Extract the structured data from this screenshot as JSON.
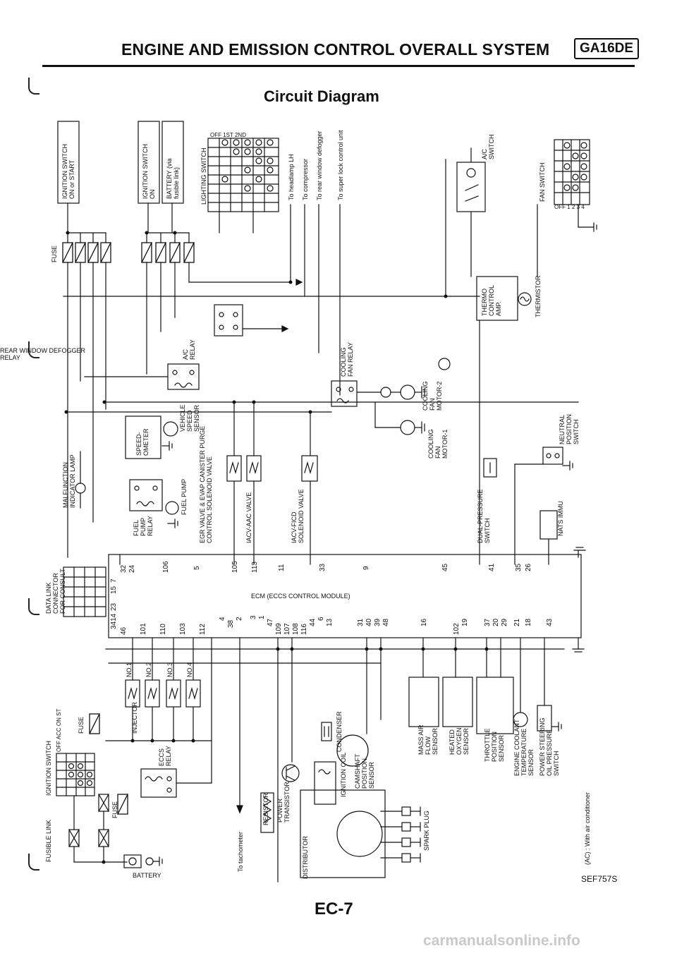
{
  "header": {
    "title": "ENGINE AND EMISSION CONTROL OVERALL SYSTEM",
    "model_code": "GA16DE",
    "subtitle": "Circuit Diagram"
  },
  "footer": {
    "page": "EC-7",
    "figure_id": "SEF757S",
    "legend": "(AC) : With air conditioner",
    "watermark": "carmanualsonline.info"
  },
  "labels": {
    "ign_on_start": "IGNITION SWITCH\nON or START",
    "ign_on": "IGNITION SWITCH\nON",
    "battery_fusible": "BATTERY (via\nfusible link)",
    "lighting_switch": "LIGHTING SWITCH",
    "fuse": "FUSE",
    "fuse2": "FUSE",
    "fuse3": "FUSE",
    "to_headlamp": "To headlamp LH",
    "to_compressor": "To compressor",
    "to_rear_defogger": "To rear window defogger",
    "to_super_lock": "To super lock control unit",
    "ac_switch": "A/C\nSWITCH",
    "fan_switch": "FAN SWITCH",
    "thermo_amp": "THERMO\nCONTROL\nAMP.",
    "thermistor": "THERMISTOR",
    "ac_relay": "A/C\nRELAY",
    "rear_def_relay": "REAR WINDOW DEFOGGER\nRELAY",
    "cooling_fan_relay": "COOLING\nFAN RELAY",
    "cooling_fan_motor2": "COOLING\nFAN\nMOTOR-2",
    "cooling_fan_motor1": "COOLING\nFAN\nMOTOR-1",
    "speedometer": "SPEED-\nOMETER",
    "vehicle_speed_sensor": "VEHICLE\nSPEED\nSENSOR",
    "egr_evap": "EGR VALVE & EVAP CANISTER PURGE\nCONTROL SOLENOID VALVE",
    "iacv_aac": "IACV-AAC VALVE",
    "iacv_ficd": "IACV-FICD\nSOLENOID VALVE",
    "neutral_switch": "NEUTRAL\nPOSITION\nSWITCH",
    "malfunction_lamp": "MALFUNCTION\nINDICATOR LAMP",
    "fuel_pump_relay": "FUEL\nPUMP\nRELAY",
    "fuel_pump": "FUEL PUMP",
    "dual_pressure": "DUAL-PRESSURE\nSWITCH",
    "nats": "NATS IMMU",
    "data_link": "DATA LINK\nCONNECTOR\nFOR CONSULT",
    "ecm": "ECM (ECCS CONTROL MODULE)",
    "no1": "NO.1",
    "no2": "NO.2",
    "no3": "NO.3",
    "no4": "NO.4",
    "injector": "INJECTOR",
    "eccs_relay": "ECCS\nRELAY",
    "ign_switch2": "IGNITION SWITCH",
    "fusible_link": "FUSIBLE LINK",
    "battery": "BATTERY",
    "to_tachometer": "To tachometer",
    "resistor": "RESISTOR",
    "power_transistor": "POWER\nTRANSISTOR",
    "ignition_coil": "IGNITION COIL",
    "condenser": "CONDENSER",
    "camshaft": "CAMSHAFT\nPOSITION\nSENSOR",
    "distributor": "DISTRIBUTOR",
    "spark_plug": "SPARK PLUG",
    "maf": "MASS AIR\nFLOW\nSENSOR",
    "heated_o2": "HEATED\nOXYGEN\nSENSOR",
    "throttle": "THROTTLE\nPOSITION\nSENSOR",
    "coolant_temp": "ENGINE COOLANT\nTEMPERATURE\nSENSOR",
    "ps_switch": "POWER STEERING\nOIL PRESSURE\nSWITCH",
    "ign_pos": "OFF ACC ON ST",
    "light_pos": "OFF 1ST 2ND",
    "fan_pos": "OFF 1 2 3 4"
  },
  "pins_top": [
    "32",
    "24",
    "106",
    "5",
    "105",
    "113",
    "11",
    "33",
    "9",
    "45",
    "41",
    "35",
    "26"
  ],
  "pins_left": [
    "3414",
    "23",
    "15",
    "7",
    "46"
  ],
  "pins_bottom": [
    "101",
    "110",
    "103",
    "112",
    "4",
    "38",
    "2",
    "3",
    "1",
    "47",
    "109",
    "107",
    "108",
    "116",
    "44",
    "6",
    "13",
    "31",
    "40",
    "39",
    "48",
    "16",
    "102",
    "19",
    "37",
    "20",
    "29",
    "21",
    "18",
    "43"
  ]
}
